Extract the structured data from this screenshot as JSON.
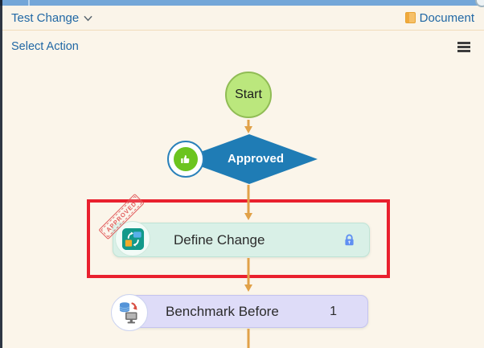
{
  "chrome": {
    "title": "Test Change",
    "document_label": "Document",
    "select_action_label": "Select Action"
  },
  "flow": {
    "start_label": "Start",
    "approved_label": "Approved",
    "define_label": "Define Change",
    "define_stamp": "APPROVED",
    "benchmark_label": "Benchmark Before",
    "benchmark_count": "1"
  },
  "colors": {
    "background_cream": "#fbf5ea",
    "header_text_blue": "#2168a5",
    "top_strip_blue": "#73a6d8",
    "left_strip_navy": "#2e3644",
    "arrow_orange": "#e1a148",
    "start_fill_green": "#bbe77d",
    "start_border_green": "#90bc55",
    "diamond_blue": "#1f7cb5",
    "thumb_badge_green": "#6cc41f",
    "define_fill_mint": "#d9f0e7",
    "benchmark_fill_lavender": "#dedcf8",
    "highlight_red": "#e9202e",
    "stamp_red": "#df5252",
    "lock_blue": "#5f8ff2",
    "folder_amber": "#f0a93c"
  }
}
